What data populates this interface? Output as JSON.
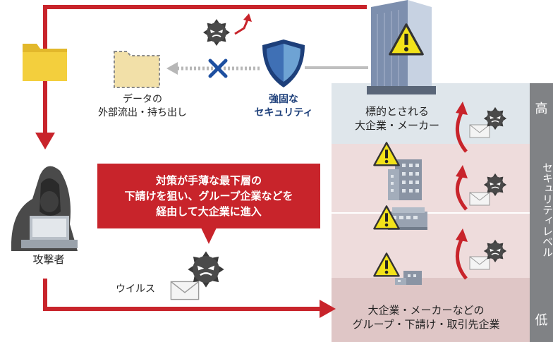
{
  "colors": {
    "arrow_red": "#c8242b",
    "tier_top": "#dfe6eb",
    "tier_mid": "#eedcdc",
    "tier_bottom": "#dfc6c6",
    "level_bar": "#808285",
    "shield_blue": "#1d3f7a"
  },
  "data_theft": {
    "line1": "データの",
    "line2": "外部流出・持ち出し"
  },
  "security": {
    "line1": "強固な",
    "line2": "セキュリティ"
  },
  "target": {
    "line1": "標的とされる",
    "line2": "大企業・メーカー"
  },
  "callout": {
    "line1": "対策が手薄な最下層の",
    "line2": "下請けを狙い、グループ企業などを",
    "line3": "経由して大企業に進入"
  },
  "attacker_label": "攻撃者",
  "virus_label": "ウイルス",
  "bottom_tier": {
    "line1": "大企業・メーカーなどの",
    "line2": "グループ・下請け・取引先企業"
  },
  "security_level": {
    "high": "高",
    "label": "セキュリティレベル",
    "low": "低"
  },
  "icons": [
    "folder-icon",
    "dashed-folder-icon",
    "virus-icon",
    "cross-icon",
    "shield-icon",
    "skyscraper-icon",
    "warning-icon",
    "office-building-icon",
    "factory-icon",
    "small-building-icon",
    "hooded-hacker-icon",
    "laptop-icon",
    "envelope-icon"
  ]
}
